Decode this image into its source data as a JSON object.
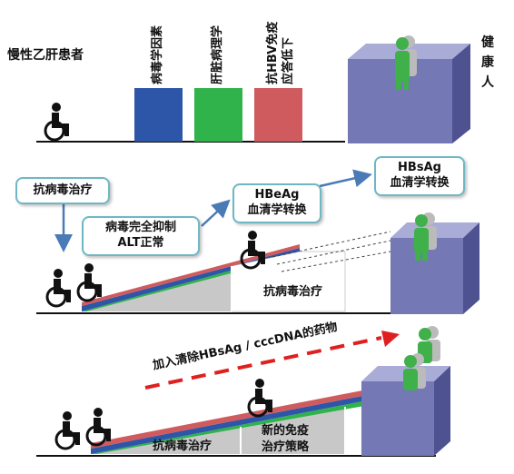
{
  "row1": {
    "patient_label": "慢性乙肝患者",
    "factors": [
      {
        "label": "病毒学因素",
        "color": "#2d55a8"
      },
      {
        "label": "肝脏病理学",
        "color": "#2fb34a"
      },
      {
        "label": "抗HBV免疫",
        "label2": "应答低下",
        "color": "#cf5b5e"
      }
    ],
    "healthy_label": [
      "健",
      "康",
      "人"
    ]
  },
  "row2": {
    "antiviral_box": "抗病毒治疗",
    "suppress_box": [
      "病毒完全抑制",
      "ALT正常"
    ],
    "hbeag_box": [
      "HBeAg",
      "血清学转换"
    ],
    "hbsag_box": [
      "HBsAg",
      "血清学转换"
    ],
    "base_label": "抗病毒治疗"
  },
  "row3": {
    "arrow_label": "加入清除HBsAg / cccDNA的药物",
    "base_label1": "抗病毒治疗",
    "base_label2": [
      "新的免疫",
      "治疗策略"
    ]
  },
  "colors": {
    "blue": "#2d55a8",
    "green": "#2fb34a",
    "red": "#cf5b5e",
    "box_front": "#7478b4",
    "box_top": "#a9acd6",
    "box_side": "#4e5290",
    "figure_green": "#3fb04a",
    "callout_border": "#6fb7c4",
    "arrow_red": "#e02020"
  }
}
